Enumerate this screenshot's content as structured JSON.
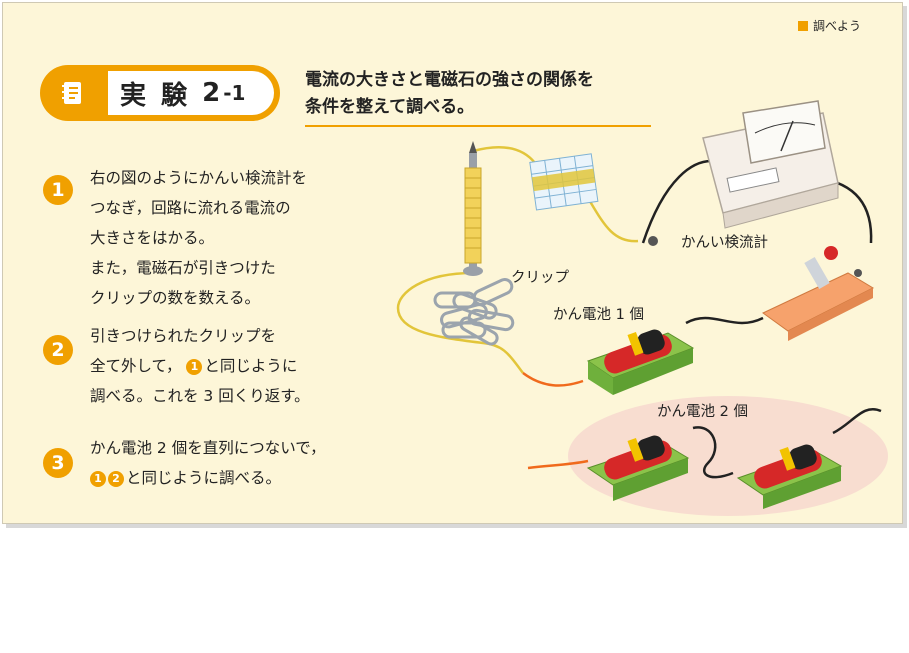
{
  "tag": {
    "label": "調べよう",
    "color": "#f0a000"
  },
  "experiment": {
    "label": "実 験",
    "number": "2",
    "sub": "-1"
  },
  "heading": {
    "line1": "電流の大きさと電磁石の強さの関係を",
    "line2": "条件を整えて調べる。"
  },
  "steps": [
    {
      "num": "1",
      "lines": [
        "右の図のようにかんい検流計を",
        "つなぎ，回路に流れる電流の",
        "大きさをはかる。",
        "また，電磁石が引きつけた",
        "クリップの数を数える。"
      ]
    },
    {
      "num": "2",
      "line1": "引きつけられたクリップを",
      "line2_prefix": "全て外して，",
      "ref": "1",
      "line2_suffix": "と同じように",
      "line3": "調べる。これを 3 回くり返す。"
    },
    {
      "num": "3",
      "line1": "かん電池 2 個を直列につないで，",
      "ref1": "1",
      "ref2": "2",
      "line2_suffix": "と同じように調べる。"
    }
  ],
  "labels": {
    "galvanometer": "かんい検流計",
    "clips": "クリップ",
    "battery1": "かん電池 1 個",
    "battery2": "かん電池 2 個"
  },
  "icons": [
    "tag-square-icon",
    "notebook-icon",
    "electromagnet-illustration",
    "galvanometer-illustration",
    "switch-illustration",
    "battery-holder-illustration"
  ],
  "colors": {
    "accent": "#f0a000",
    "background": "#fdf6d8"
  }
}
